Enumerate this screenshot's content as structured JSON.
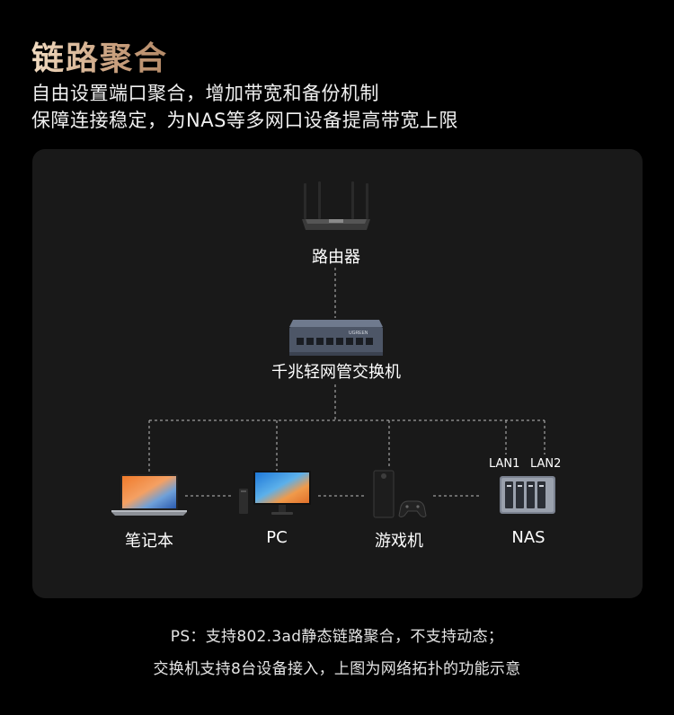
{
  "header": {
    "title": "链路聚合",
    "subtitle_line1": "自由设置端口聚合，增加带宽和备份机制",
    "subtitle_line2": "保障连接稳定，为NAS等多网口设备提高带宽上限"
  },
  "diagram": {
    "router_label": "路由器",
    "switch_label": "千兆轻网管交换机",
    "switch_brand": "UGREEN",
    "laptop_label": "笔记本",
    "pc_label": "PC",
    "console_label": "游戏机",
    "nas_label": "NAS",
    "nas_port1": "LAN1",
    "nas_port2": "LAN2"
  },
  "footer": {
    "note_line1": "PS：支持802.3ad静态链路聚合，不支持动态；",
    "note_line2": "交换机支持8台设备接入，上图为网络拓扑的功能示意"
  },
  "colors": {
    "title_gradient_start": "#f2dcc2",
    "title_gradient_end": "#b48a68",
    "panel_bg": "#191919",
    "connector": "#bdbdbd"
  }
}
